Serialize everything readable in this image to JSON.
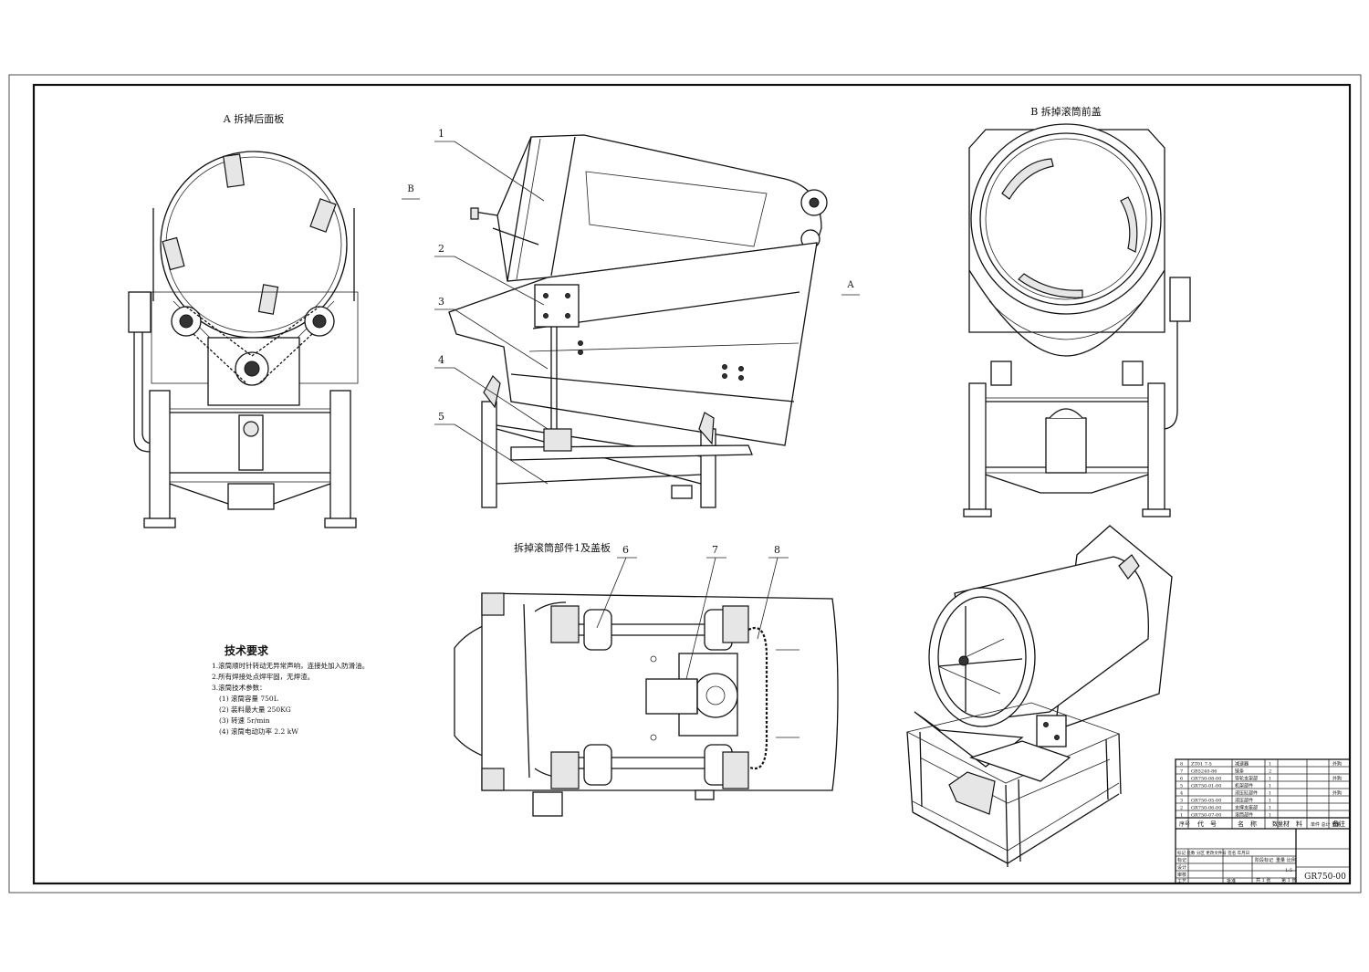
{
  "views": {
    "view_a_label": "A 拆掉后面板",
    "view_b_label": "B 拆掉滚筒前盖",
    "view_top_label": "拆掉滚筒部件1及盖板",
    "arrow_a": "A",
    "arrow_b": "B"
  },
  "callouts": [
    "1",
    "2",
    "3",
    "4",
    "5",
    "6",
    "7",
    "8"
  ],
  "tech_req": {
    "title": "技术要求",
    "lines": [
      "1.滚筒顺时针转动无异常声响，连接处加入防滑油。",
      "2.所有焊接处点焊牢固，无焊渣。",
      "3.滚筒技术参数：",
      "(1) 滚筒容量 750L",
      "(2) 装料最大量 250KG",
      "(3) 转速 5r/min",
      "(4) 滚筒电动功率 2.2 kW"
    ]
  },
  "title_block": {
    "parts": [
      {
        "no": "8",
        "code": "ZT01 7-5",
        "name": "减速器",
        "qty": "1",
        "remark": "外购"
      },
      {
        "no": "7",
        "code": "GB5240-86",
        "name": "链条",
        "qty": "2",
        "remark": ""
      },
      {
        "no": "6",
        "code": "GR750-08-00",
        "name": "导轮支架部",
        "qty": "1",
        "remark": "外购"
      },
      {
        "no": "5",
        "code": "GR750-01-00",
        "name": "机架部件",
        "qty": "1",
        "remark": ""
      },
      {
        "no": "4",
        "code": "",
        "name": "液压缸部件",
        "qty": "1",
        "remark": "外购"
      },
      {
        "no": "3",
        "code": "GR750-05-00",
        "name": "液压部件",
        "qty": "1",
        "remark": ""
      },
      {
        "no": "2",
        "code": "GR750-06-00",
        "name": "支撑支座部",
        "qty": "1",
        "remark": ""
      },
      {
        "no": "1",
        "code": "GR750-07-00",
        "name": "滚筒部件",
        "qty": "1",
        "remark": ""
      }
    ],
    "header": {
      "no": "序号",
      "code": "代　号",
      "name": "名　称",
      "qty": "数量",
      "material": "材　料",
      "weight": "单件 总计 重量",
      "remark": "备注"
    },
    "sign_rows": [
      "标记",
      "设计",
      "审核",
      "工艺"
    ],
    "sign_head": "标记 处数 分区 更改文件号 签名 年月日",
    "stage": "阶段标记",
    "weight": "重量",
    "scale": "比例",
    "scale_value": "1:5",
    "sheets_total": "共 1 张",
    "sheet_no": "第 1 张",
    "approve": "批准",
    "drawing_no": "GR750-00"
  }
}
